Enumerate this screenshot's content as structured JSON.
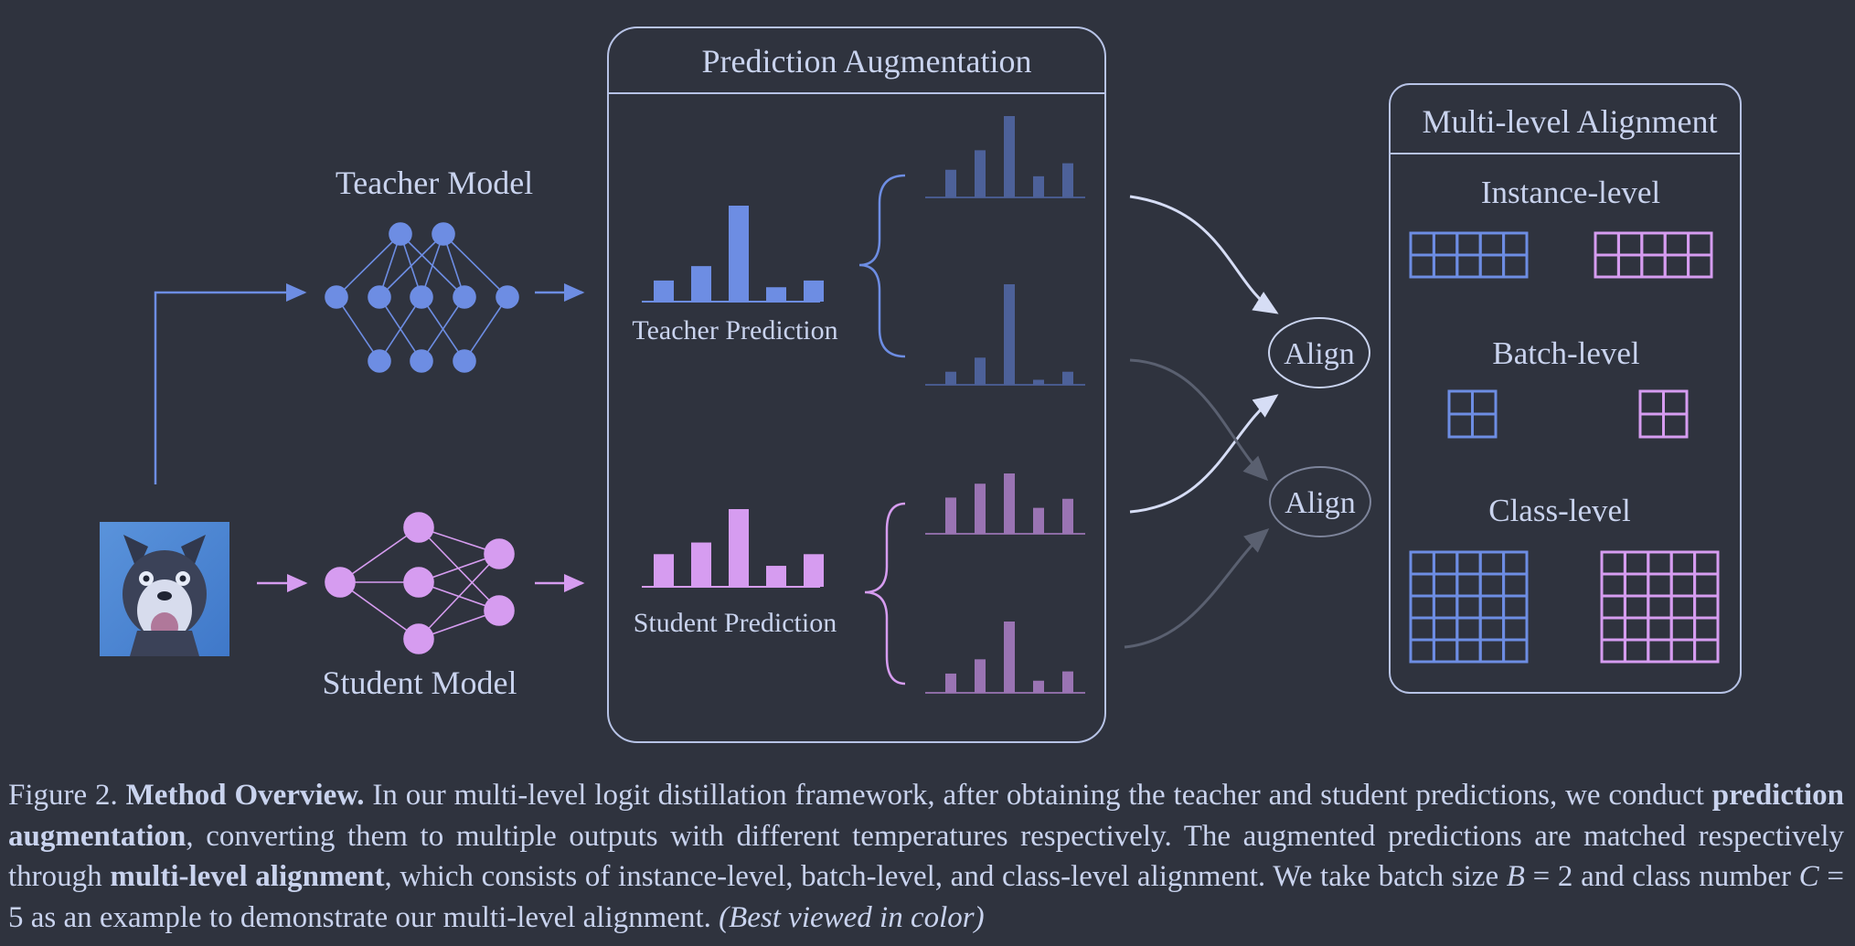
{
  "figure": {
    "teacher_model_label": "Teacher Model",
    "student_model_label": "Student Model",
    "prediction_augmentation_title": "Prediction Augmentation",
    "teacher_prediction_label": "Teacher Prediction",
    "student_prediction_label": "Student Prediction",
    "align_label_1": "Align",
    "align_label_2": "Align",
    "multilevel_title": "Multi-level Alignment",
    "instance_level_label": "Instance-level",
    "batch_level_label": "Batch-level",
    "class_level_label": "Class-level",
    "teacher_bars": [
      0.22,
      0.37,
      1.0,
      0.15,
      0.22
    ],
    "student_bars": [
      0.42,
      0.57,
      1.0,
      0.27,
      0.42
    ],
    "teacher_aug_bars_1": [
      0.34,
      0.58,
      1.0,
      0.26,
      0.42
    ],
    "teacher_aug_bars_2": [
      0.13,
      0.27,
      1.0,
      0.05,
      0.13
    ],
    "student_aug_bars_1": [
      0.6,
      0.83,
      1.0,
      0.43,
      0.58
    ],
    "student_aug_bars_2": [
      0.27,
      0.47,
      1.0,
      0.17,
      0.3
    ],
    "colors": {
      "background": "#2f333e",
      "text": "#c9d3ee",
      "teacher_blue": "#6d8de3",
      "teacher_blue_dim": "#4d6199",
      "student_pink": "#d69cf0",
      "student_pink_dim": "#9a74b3",
      "outline": "#b7c3e6",
      "arrow_bright": "#d6ddf5",
      "arrow_dim": "#5a6070"
    },
    "image_icon": "husky-photo"
  },
  "caption": {
    "figure_label": "Figure 2.",
    "title": "Method Overview.",
    "text_1": " In our multi-level logit distillation framework, after obtaining the teacher and student predictions, we conduct ",
    "bold_1": "prediction augmentation",
    "text_2": ", converting them to multiple outputs with different temperatures respectively.  The augmented predictions are matched respectively through ",
    "bold_2": "multi-level alignment",
    "text_3": ", which consists of instance-level, batch-level, and class-level alignment.  We take batch size ",
    "math_B": "B",
    "text_4": " = 2 and class number ",
    "math_C": "C",
    "text_5": " = 5 as an example to demonstrate our multi-level alignment. ",
    "note": "(Best viewed in color)"
  }
}
